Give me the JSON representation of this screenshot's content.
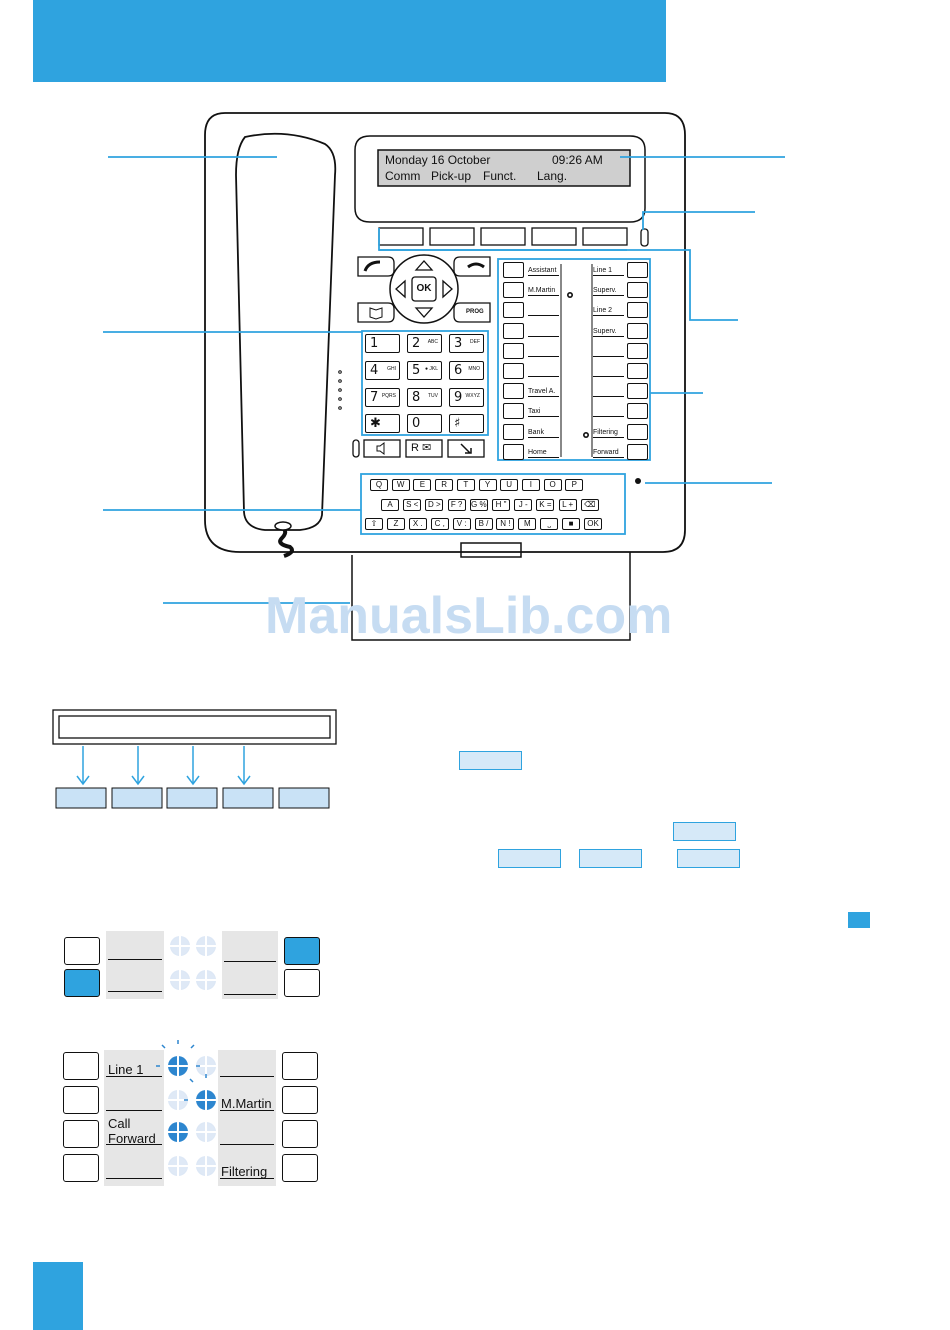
{
  "display": {
    "date": "Monday 16 October",
    "time": "09:26 AM",
    "softkeys": [
      "Comm",
      "Pick-up",
      "Funct.",
      "Lang."
    ]
  },
  "keypad": [
    {
      "n": "1",
      "s": ""
    },
    {
      "n": "2",
      "s": "ABC"
    },
    {
      "n": "3",
      "s": "DEF"
    },
    {
      "n": "4",
      "s": "GHI"
    },
    {
      "n": "5",
      "s": "● JKL"
    },
    {
      "n": "6",
      "s": "MNO"
    },
    {
      "n": "7",
      "s": "PQRS"
    },
    {
      "n": "8",
      "s": "TUV"
    },
    {
      "n": "9",
      "s": "WXYZ"
    },
    {
      "n": "✱",
      "s": ""
    },
    {
      "n": "0",
      "s": ""
    },
    {
      "n": "♯",
      "s": ""
    }
  ],
  "nav": {
    "ok": "OK",
    "prog": "PROG",
    "r": "R ✉"
  },
  "prog_left": [
    "Assistant",
    "M.Martin",
    "",
    "",
    "",
    "",
    "Travel A.",
    "Taxi",
    "Bank",
    "Home"
  ],
  "prog_right": [
    "Line 1",
    "Superv.",
    "Line 2",
    "Superv.",
    "",
    "",
    "",
    "",
    "Filtering",
    "Forward"
  ],
  "keyboard": {
    "row1": [
      "Q",
      "W",
      "E",
      "R",
      "T",
      "Y",
      "U",
      "I",
      "O",
      "P"
    ],
    "row2": [
      "A",
      "S <",
      "D >",
      "F ?",
      "G %",
      "H \"",
      "J -",
      "K =",
      "L +",
      "⌫"
    ],
    "row3": [
      "⇧",
      "Z",
      "X .",
      "C ,",
      "V :",
      "B /",
      "N !",
      "M",
      "⎵",
      "■",
      "OK"
    ]
  },
  "watermark": "ManualsLib.com",
  "example2": {
    "left_labels": [
      "Line 1",
      "",
      "Call Forward",
      ""
    ],
    "right_labels": [
      "",
      "M.Martin",
      "",
      "Filtering"
    ]
  },
  "colors": {
    "accent": "#2fa3df",
    "led_on": "#2d86cf",
    "led_off": "#dfe9f6"
  }
}
